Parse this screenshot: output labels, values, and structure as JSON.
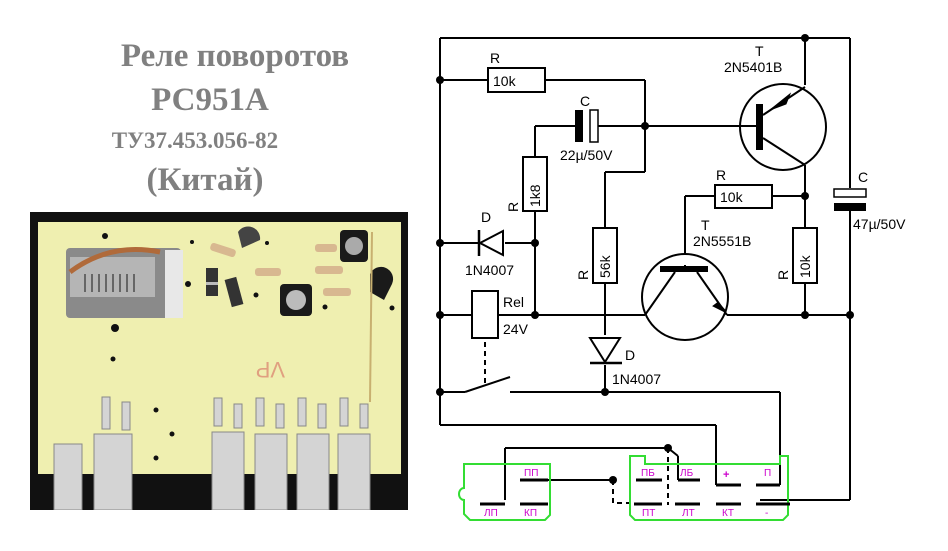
{
  "title": {
    "line1": "Реле поворотов",
    "line2": "РС951А",
    "line3": "ТУ37.453.056-82",
    "line4": "(Китай)"
  },
  "photo": {
    "description": "PCB photo of turn-signal relay",
    "pcb_marking": "VP"
  },
  "schematic": {
    "components": {
      "r_top": {
        "designator": "R",
        "value": "10k"
      },
      "c_22": {
        "designator": "C",
        "value": "22µ/50V"
      },
      "r_1k8": {
        "designator": "R",
        "value": "1k8"
      },
      "d_top": {
        "designator": "D",
        "value": "1N4007"
      },
      "rel": {
        "designator": "Rel",
        "value": "24V"
      },
      "r_56k": {
        "designator": "R",
        "value": "56k"
      },
      "d_bottom": {
        "designator": "D",
        "value": "1N4007"
      },
      "t_pnp": {
        "designator": "T",
        "value": "2N5401B"
      },
      "t_npn": {
        "designator": "T",
        "value": "2N5551B"
      },
      "r_mid": {
        "designator": "R",
        "value": "10k"
      },
      "r_right": {
        "designator": "R",
        "value": "10k"
      },
      "c_47": {
        "designator": "C",
        "value": "47µ/50V"
      }
    },
    "connector_left": {
      "pins_top": [
        "ПП"
      ],
      "pins_bottom": [
        "ЛП",
        "КП"
      ]
    },
    "connector_right": {
      "pins_top": [
        "ПБ",
        "ЛБ",
        "+",
        "П"
      ],
      "pins_bottom": [
        "ПТ",
        "ЛТ",
        "КТ",
        "-"
      ]
    },
    "colors": {
      "wire": "#000000",
      "connector_outline": "#33dd33",
      "pin_label": "#cc00cc",
      "title": "#808080"
    }
  }
}
